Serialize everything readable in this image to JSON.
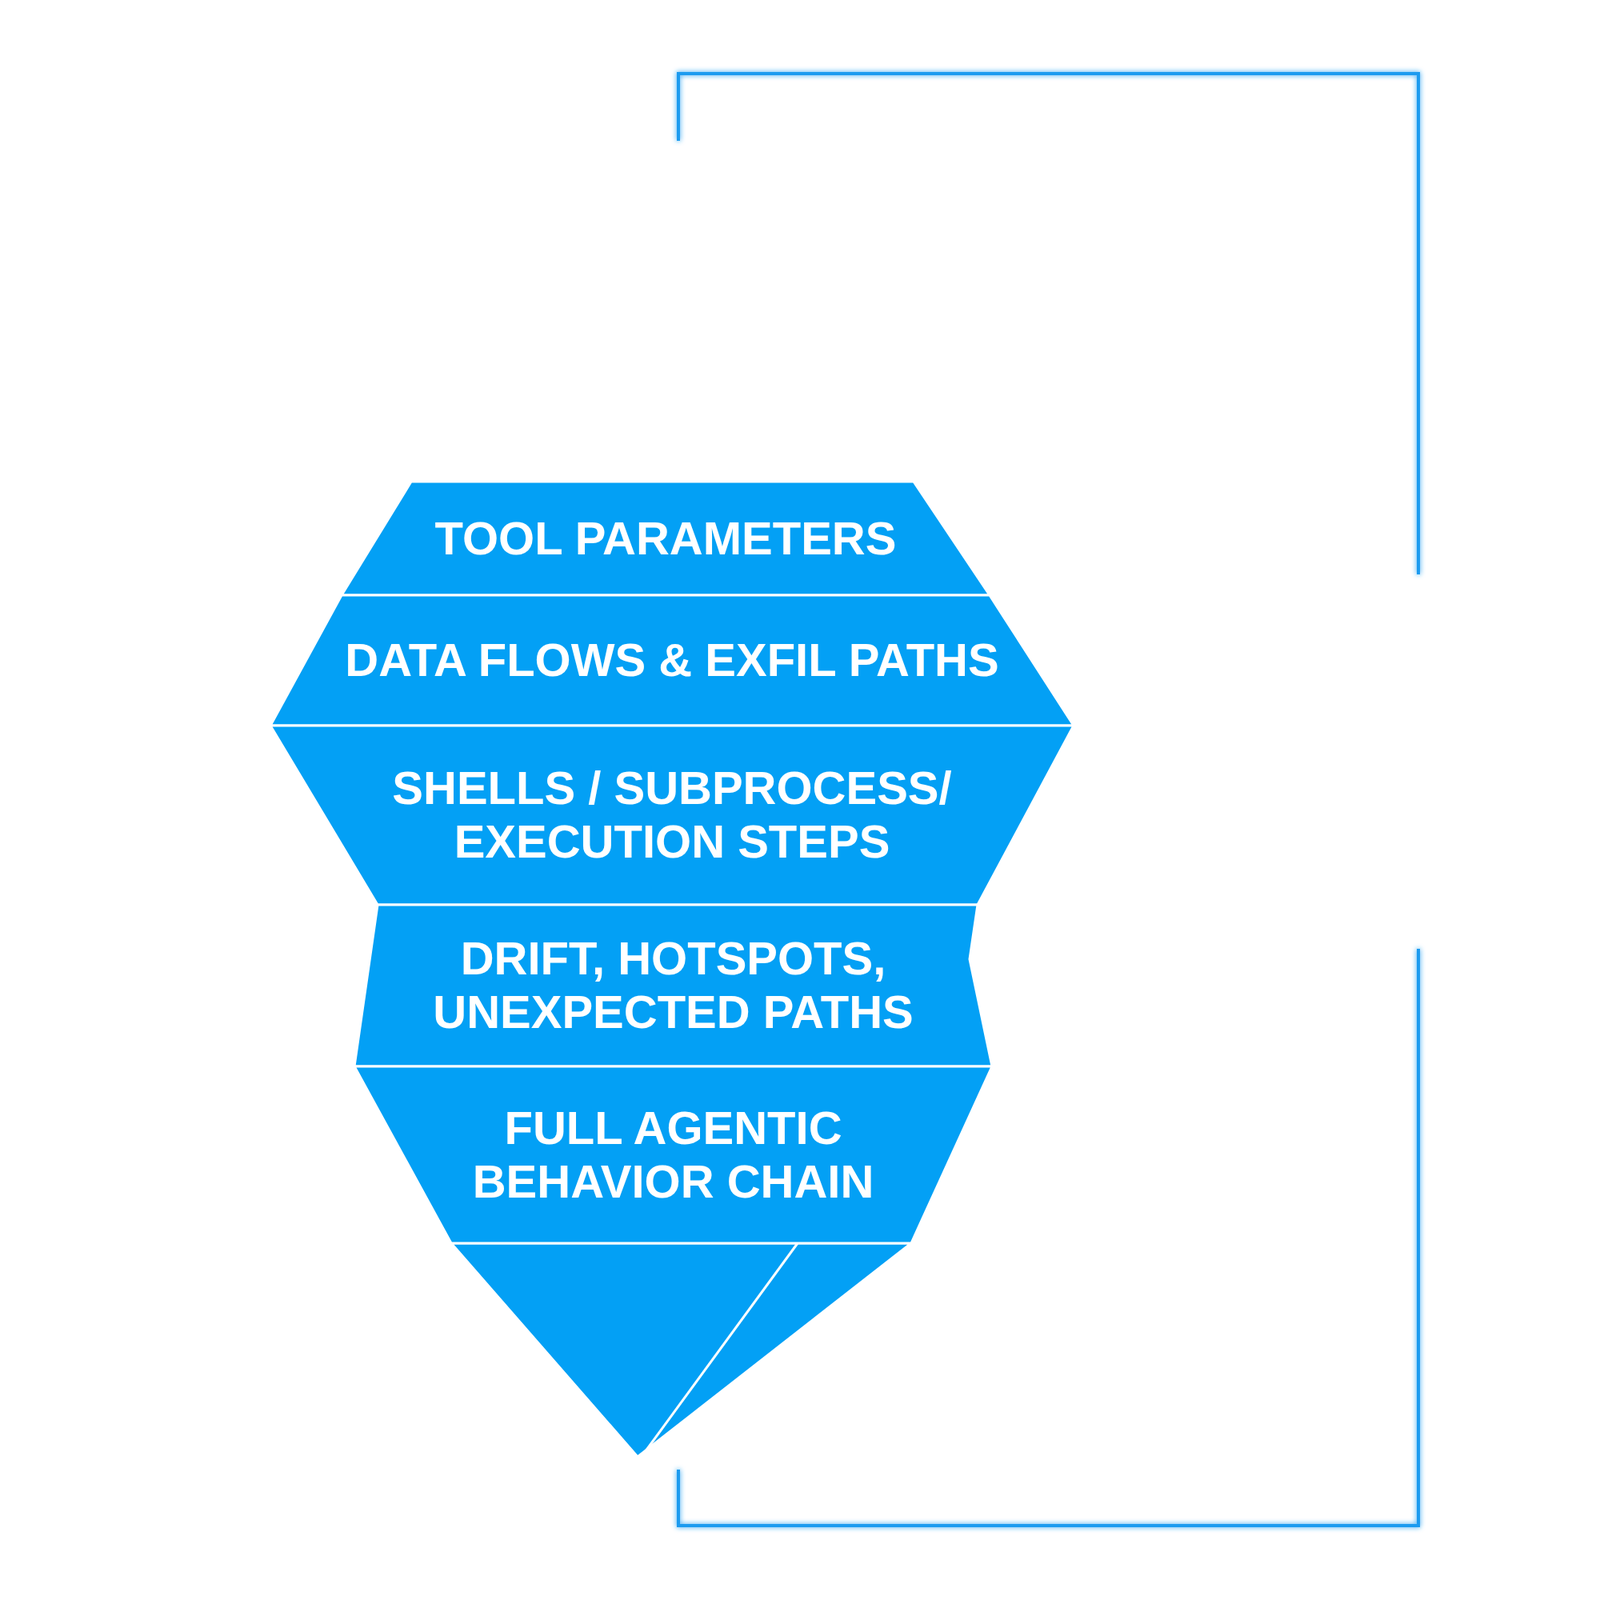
{
  "diagram": {
    "nodes": [
      {
        "text": [
          "TOOL PARAMETERS"
        ]
      },
      {
        "text": [
          "DATA FLOWS & EXFIL PATHS"
        ]
      },
      {
        "text": [
          "SHELLS / SUBPROCESS/ EXECUTION STEPS"
        ]
      },
      {
        "text": [
          "DRIFT, HOTSPOTS, UNEXPECTED PATHS"
        ]
      },
      {
        "text": [
          "FULL AGENTIC BEHAVIOR CHAIN"
        ]
      }
    ]
  }
}
